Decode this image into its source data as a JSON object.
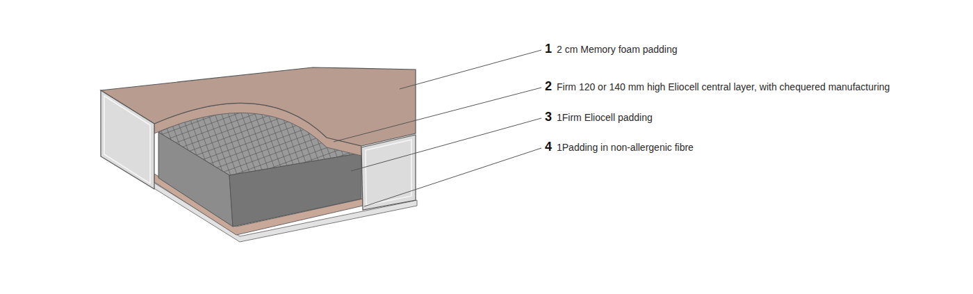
{
  "diagram": {
    "labels": [
      "1",
      "2 cm Memory foam padding",
      "2",
      "Firm 120 or 140 mm high Eliocell central layer, with chequered manufacturing",
      "3",
      "1Firm Eliocell padding",
      "4",
      "1Padding in non-allergenic fibre"
    ]
  }
}
